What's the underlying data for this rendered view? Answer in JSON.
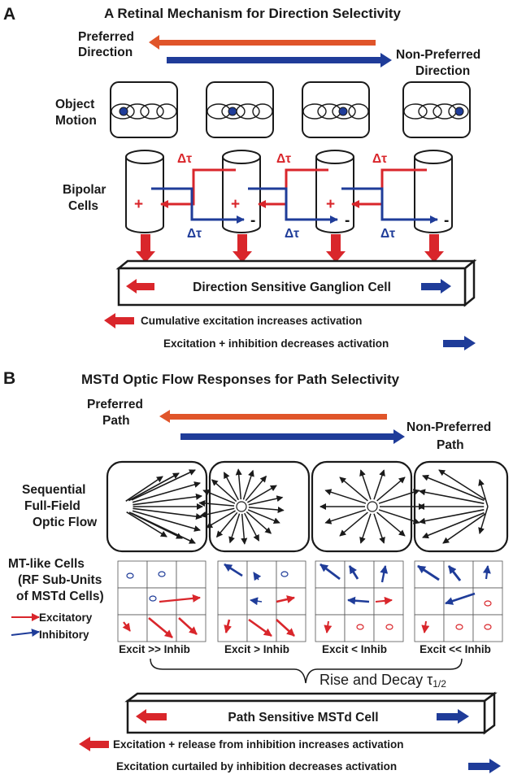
{
  "panelA": {
    "letter": "A",
    "title": "A Retinal Mechanism for Direction Selectivity",
    "preferred": [
      "Preferred",
      "Direction"
    ],
    "nonpreferred": [
      "Non-Preferred",
      "Direction"
    ],
    "object_motion": [
      "Object",
      "Motion"
    ],
    "bipolar": [
      "Bipolar",
      "Cells"
    ],
    "delta_tau": "Δτ",
    "plus": "+",
    "minus": "-",
    "ganglion": "Direction Sensitive Ganglion Cell",
    "legend_excite": "Cumulative excitation increases activation",
    "legend_inhib": "Excitation + inhibition decreases activation"
  },
  "panelB": {
    "letter": "B",
    "title": "MSTd Optic Flow Responses for Path Selectivity",
    "preferred": [
      "Preferred",
      "Path"
    ],
    "nonpreferred": [
      "Non-Preferred",
      "Path"
    ],
    "flow": [
      "Sequential",
      "Full-Field",
      "Optic Flow"
    ],
    "mt": [
      "MT-like Cells",
      "(RF Sub-Units",
      "of MSTd Cells)"
    ],
    "excitatory": "Excitatory",
    "inhibitory": "Inhibitory",
    "grid_labels": [
      "Excit >> Inhib",
      "Excit > Inhib",
      "Excit < Inhib",
      "Excit << Inhib"
    ],
    "rise_decay": "Rise and Decay τ",
    "rise_sub": "1/2",
    "mstd": "Path Sensitive MSTd Cell",
    "legend_excite": "Excitation + release from inhibition increases activation",
    "legend_inhib": "Excitation curtailed by inhibition decreases activation"
  },
  "colors": {
    "red": "#d9262b",
    "orange": "#e0552a",
    "blue": "#1f3c99"
  }
}
